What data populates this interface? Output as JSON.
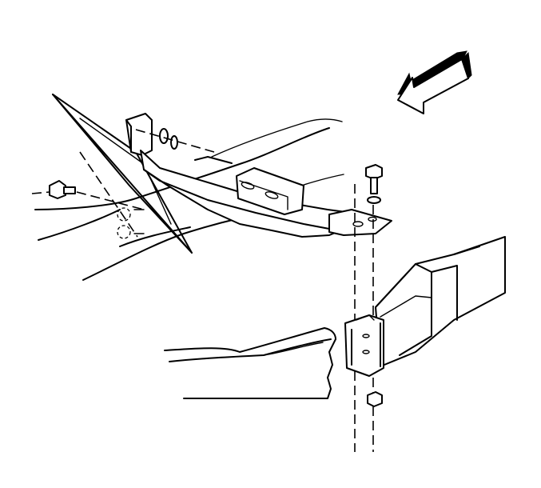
{
  "diagram": {
    "palette": {
      "ink": "#000000",
      "paper": "#ffffff"
    },
    "parts": [
      "direction-arrow-icon",
      "crossmember-bracket",
      "frame-rail-left",
      "frame-rail-right",
      "mount-bracket",
      "bolt",
      "washer",
      "nut"
    ]
  }
}
